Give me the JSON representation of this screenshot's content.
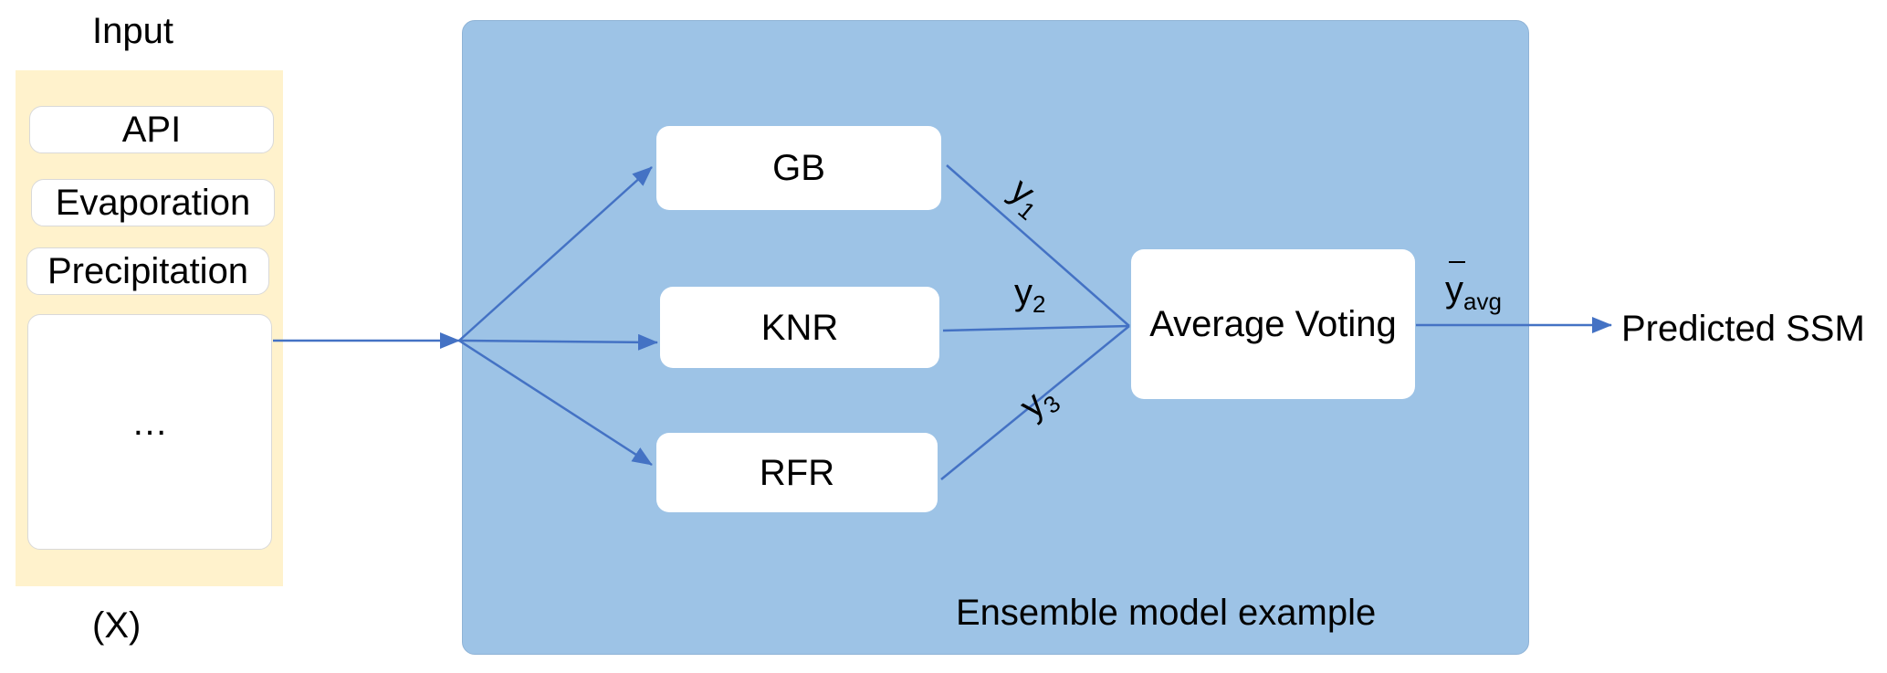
{
  "input": {
    "title": "Input",
    "features": [
      "API",
      "Evaporation",
      "Precipitation",
      "…"
    ],
    "variable": "(X)"
  },
  "ensemble": {
    "caption": "Ensemble model example",
    "models": [
      "GB",
      "KNR",
      "RFR"
    ],
    "aggregator": "Average Voting",
    "outputs": [
      {
        "base": "y",
        "sub": "1"
      },
      {
        "base": "y",
        "sub": "2"
      },
      {
        "base": "y",
        "sub": "3"
      }
    ],
    "result": {
      "base": "y",
      "sub": "avg"
    }
  },
  "output": {
    "label": "Predicted SSM"
  },
  "colors": {
    "input_panel": "#fff2cc",
    "ensemble_panel": "#9dc3e6",
    "arrow": "#4472c4",
    "box": "#ffffff"
  }
}
